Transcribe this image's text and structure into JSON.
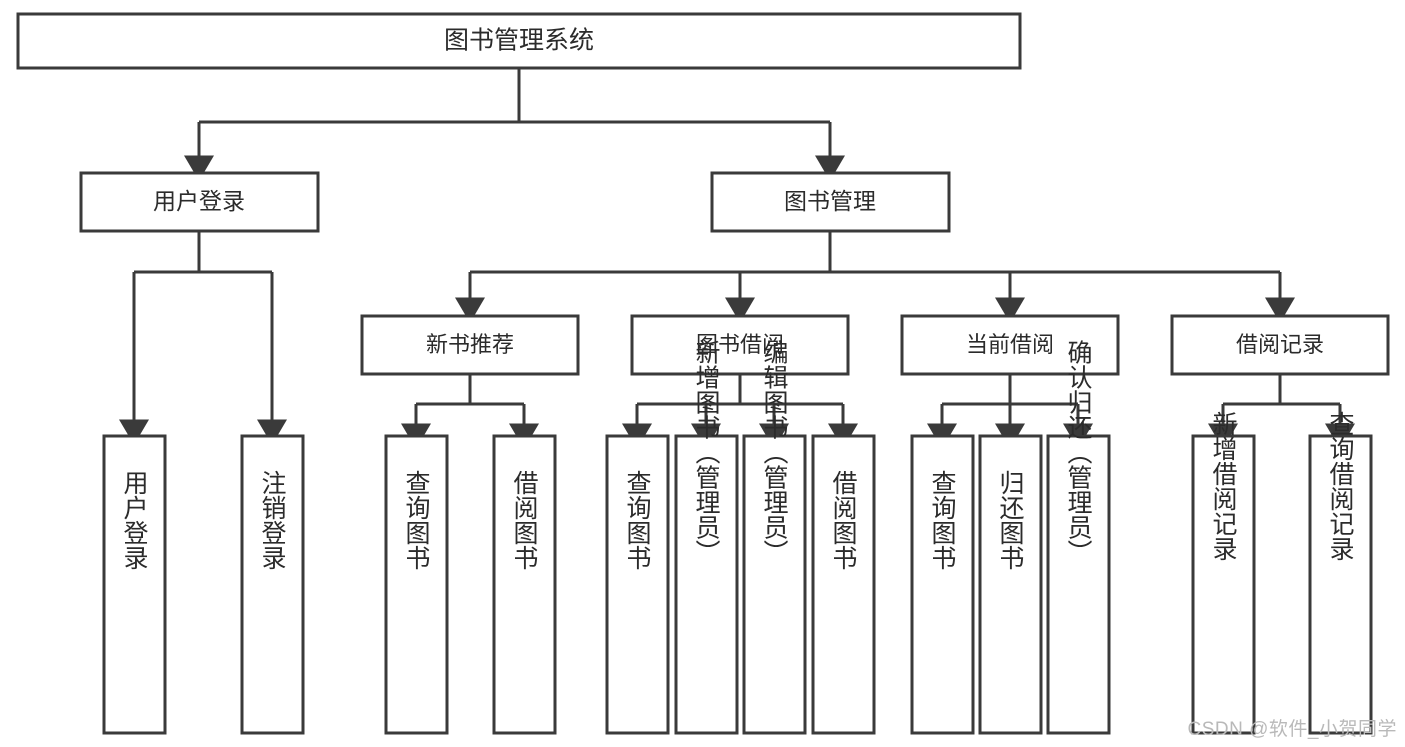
{
  "diagram": {
    "type": "tree-hierarchy-chart",
    "title": "图书管理系统",
    "root": {
      "id": "root",
      "label": "图书管理系统"
    },
    "level1": [
      {
        "id": "user-login",
        "label": "用户登录"
      },
      {
        "id": "book-management",
        "label": "图书管理"
      }
    ],
    "level2": [
      {
        "id": "new-book-recommend",
        "label": "新书推荐",
        "parent": "book-management"
      },
      {
        "id": "book-borrow",
        "label": "图书借阅",
        "parent": "book-management"
      },
      {
        "id": "current-borrow",
        "label": "当前借阅",
        "parent": "book-management"
      },
      {
        "id": "borrow-record",
        "label": "借阅记录",
        "parent": "book-management"
      }
    ],
    "leaves": [
      {
        "id": "leaf-user-login",
        "label": "用户登录",
        "parent": "user-login"
      },
      {
        "id": "leaf-logout-login",
        "label": "注销登录",
        "parent": "user-login"
      },
      {
        "id": "leaf-query-book-1",
        "label": "查询图书",
        "parent": "new-book-recommend"
      },
      {
        "id": "leaf-borrow-book-1",
        "label": "借阅图书",
        "parent": "new-book-recommend"
      },
      {
        "id": "leaf-query-book-2",
        "label": "查询图书",
        "parent": "book-borrow"
      },
      {
        "id": "leaf-add-book",
        "label": "新增图书（管理员）",
        "parent": "book-borrow"
      },
      {
        "id": "leaf-edit-book",
        "label": "编辑图书（管理员）",
        "parent": "book-borrow"
      },
      {
        "id": "leaf-borrow-book-2",
        "label": "借阅图书",
        "parent": "book-borrow"
      },
      {
        "id": "leaf-query-book-3",
        "label": "查询图书",
        "parent": "current-borrow"
      },
      {
        "id": "leaf-return-book",
        "label": "归还图书",
        "parent": "current-borrow"
      },
      {
        "id": "leaf-confirm-return",
        "label": "确认归还（管理员）",
        "parent": "current-borrow"
      },
      {
        "id": "leaf-add-record",
        "label": "新增借阅记录",
        "parent": "borrow-record"
      },
      {
        "id": "leaf-query-record",
        "label": "查询借阅记录",
        "parent": "borrow-record"
      }
    ],
    "colors": {
      "background": "#ffffff",
      "box_fill": "#ffffff",
      "box_stroke": "#3a3a3a",
      "edge": "#3a3a3a",
      "text": "#2b2b2b",
      "watermark": "#b9b9b9"
    }
  },
  "watermark": {
    "text": "CSDN @软件_小贺同学"
  }
}
